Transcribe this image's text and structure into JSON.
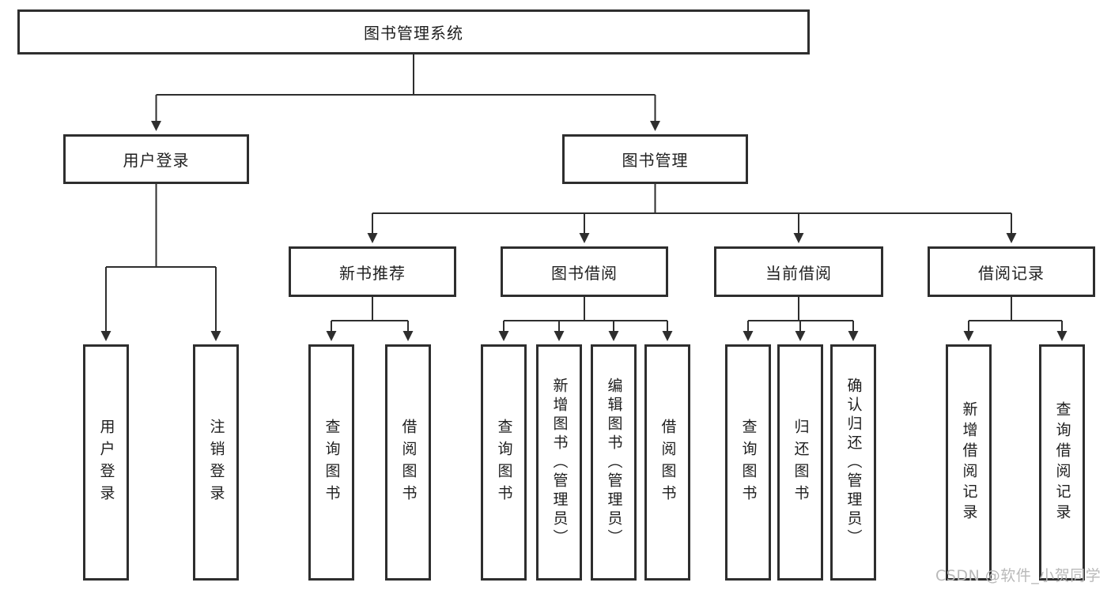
{
  "colors": {
    "line": "#2e2e2e",
    "box_border": "#2e2e2e",
    "text": "#1f1f1f",
    "watermark": "#b9b9b9",
    "background": "#ffffff"
  },
  "watermark": "CSDN @软件_小贺同学",
  "tree": {
    "root": {
      "label": "图书管理系统"
    },
    "children": [
      {
        "label": "用户登录",
        "children": [
          {
            "label": "用户登录"
          },
          {
            "label": "注销登录"
          }
        ]
      },
      {
        "label": "图书管理",
        "children": [
          {
            "label": "新书推荐",
            "children": [
              {
                "label": "查询图书"
              },
              {
                "label": "借阅图书"
              }
            ]
          },
          {
            "label": "图书借阅",
            "children": [
              {
                "label": "查询图书"
              },
              {
                "label": "新增图书（管理员）"
              },
              {
                "label": "编辑图书（管理员）"
              },
              {
                "label": "借阅图书"
              }
            ]
          },
          {
            "label": "当前借阅",
            "children": [
              {
                "label": "查询图书"
              },
              {
                "label": "归还图书"
              },
              {
                "label": "确认归还（管理员）"
              }
            ]
          },
          {
            "label": "借阅记录",
            "children": [
              {
                "label": "新增借阅记录"
              },
              {
                "label": "查询借阅记录"
              }
            ]
          }
        ]
      }
    ]
  }
}
